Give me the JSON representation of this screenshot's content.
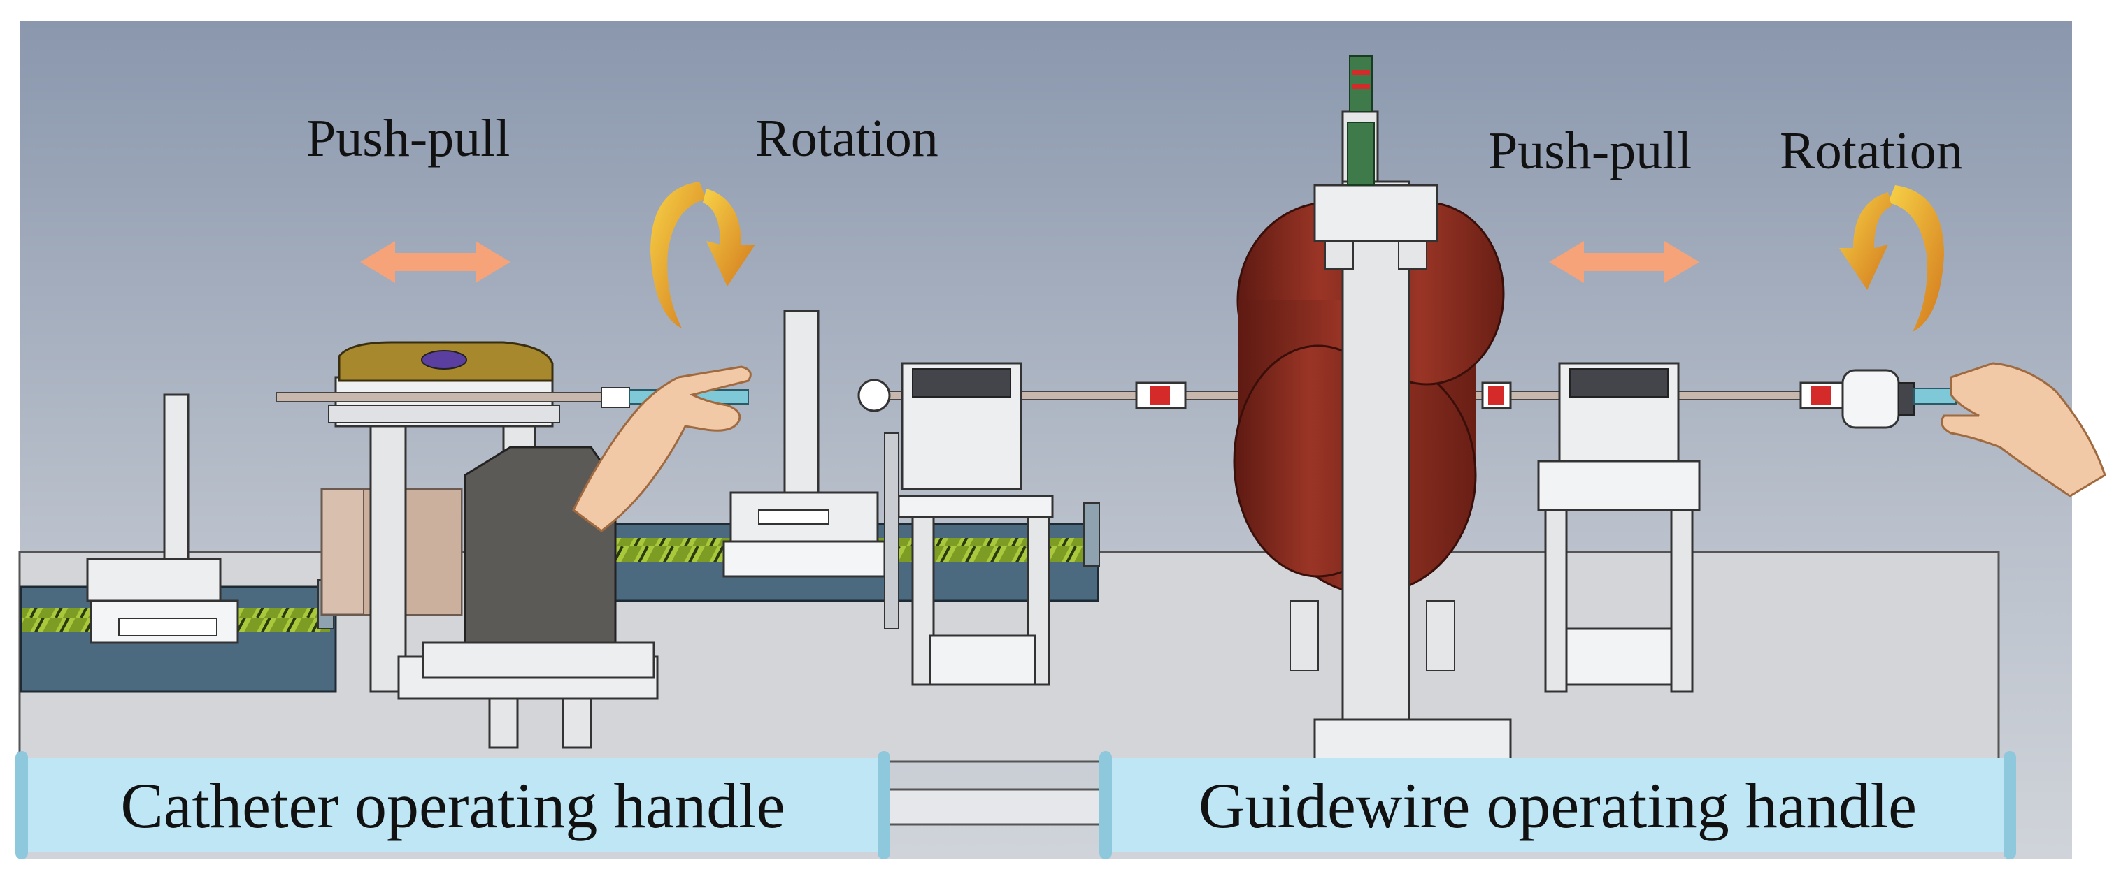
{
  "labels": {
    "catheter_push_pull": "Push-pull",
    "catheter_rotation": "Rotation",
    "guidewire_push_pull": "Push-pull",
    "guidewire_rotation": "Rotation"
  },
  "captions": {
    "catheter_handle": "Catheter operating handle",
    "guidewire_handle": "Guidewire operating handle"
  },
  "colors": {
    "background_top": "#8e9bb0",
    "background_bottom": "#c9ced6",
    "table": "#d2d4d8",
    "metal": "#e6e8ea",
    "outline": "#2a2a2a",
    "rail": "#4a6a7e",
    "screw_green": "#8cae2c",
    "coil_red": "#8a2a1e",
    "arrow_orange": "#f6a37a",
    "rotation_gold": "#e8a020",
    "banner_bg": "#bfe6f5",
    "banner_edge": "#8ec8dd",
    "handle_gray": "#5c5a56",
    "knob_green": "#3e7a4a",
    "marker_red": "#d42a2a",
    "skin": "#f2c9a6"
  }
}
